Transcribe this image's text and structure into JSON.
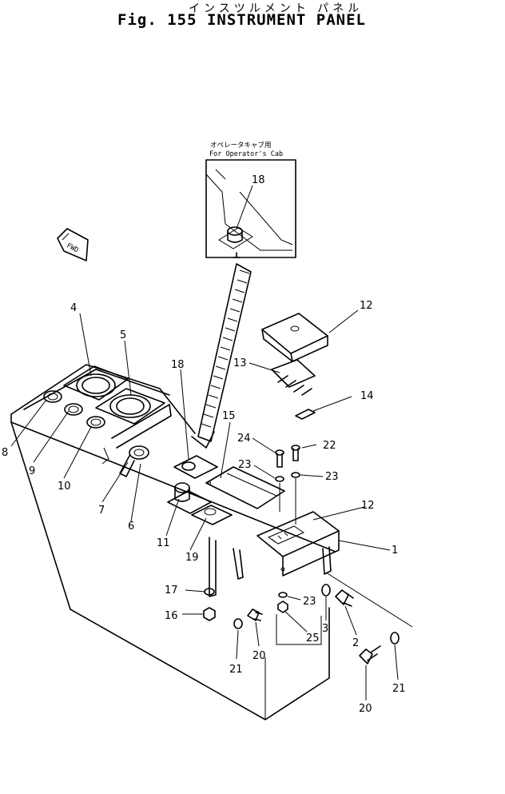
{
  "header": {
    "japanese_title": "インスツルメント パネル",
    "figure_title": "Fig. 155 INSTRUMENT PANEL"
  },
  "inset": {
    "japanese_caption": "オペレータキャブ用",
    "english_caption": "For Operator's Cab"
  },
  "fwd_label": "FWD",
  "gauge_labels": {
    "left": "",
    "right": ""
  },
  "callouts": {
    "c1": "1",
    "c2": "2",
    "c3": "3",
    "c4": "4",
    "c5": "5",
    "c6": "6",
    "c7": "7",
    "c8": "8",
    "c9": "9",
    "c10": "10",
    "c11": "11",
    "c12a": "12",
    "c12b": "12",
    "c13": "13",
    "c14": "14",
    "c15": "15",
    "c16": "16",
    "c17": "17",
    "c18a": "18",
    "c18b": "18",
    "c19": "19",
    "c20a": "20",
    "c20b": "20",
    "c21a": "21",
    "c21b": "21",
    "c22": "22",
    "c23a": "23",
    "c23b": "23",
    "c23c": "23",
    "c24": "24",
    "c25": "25"
  }
}
